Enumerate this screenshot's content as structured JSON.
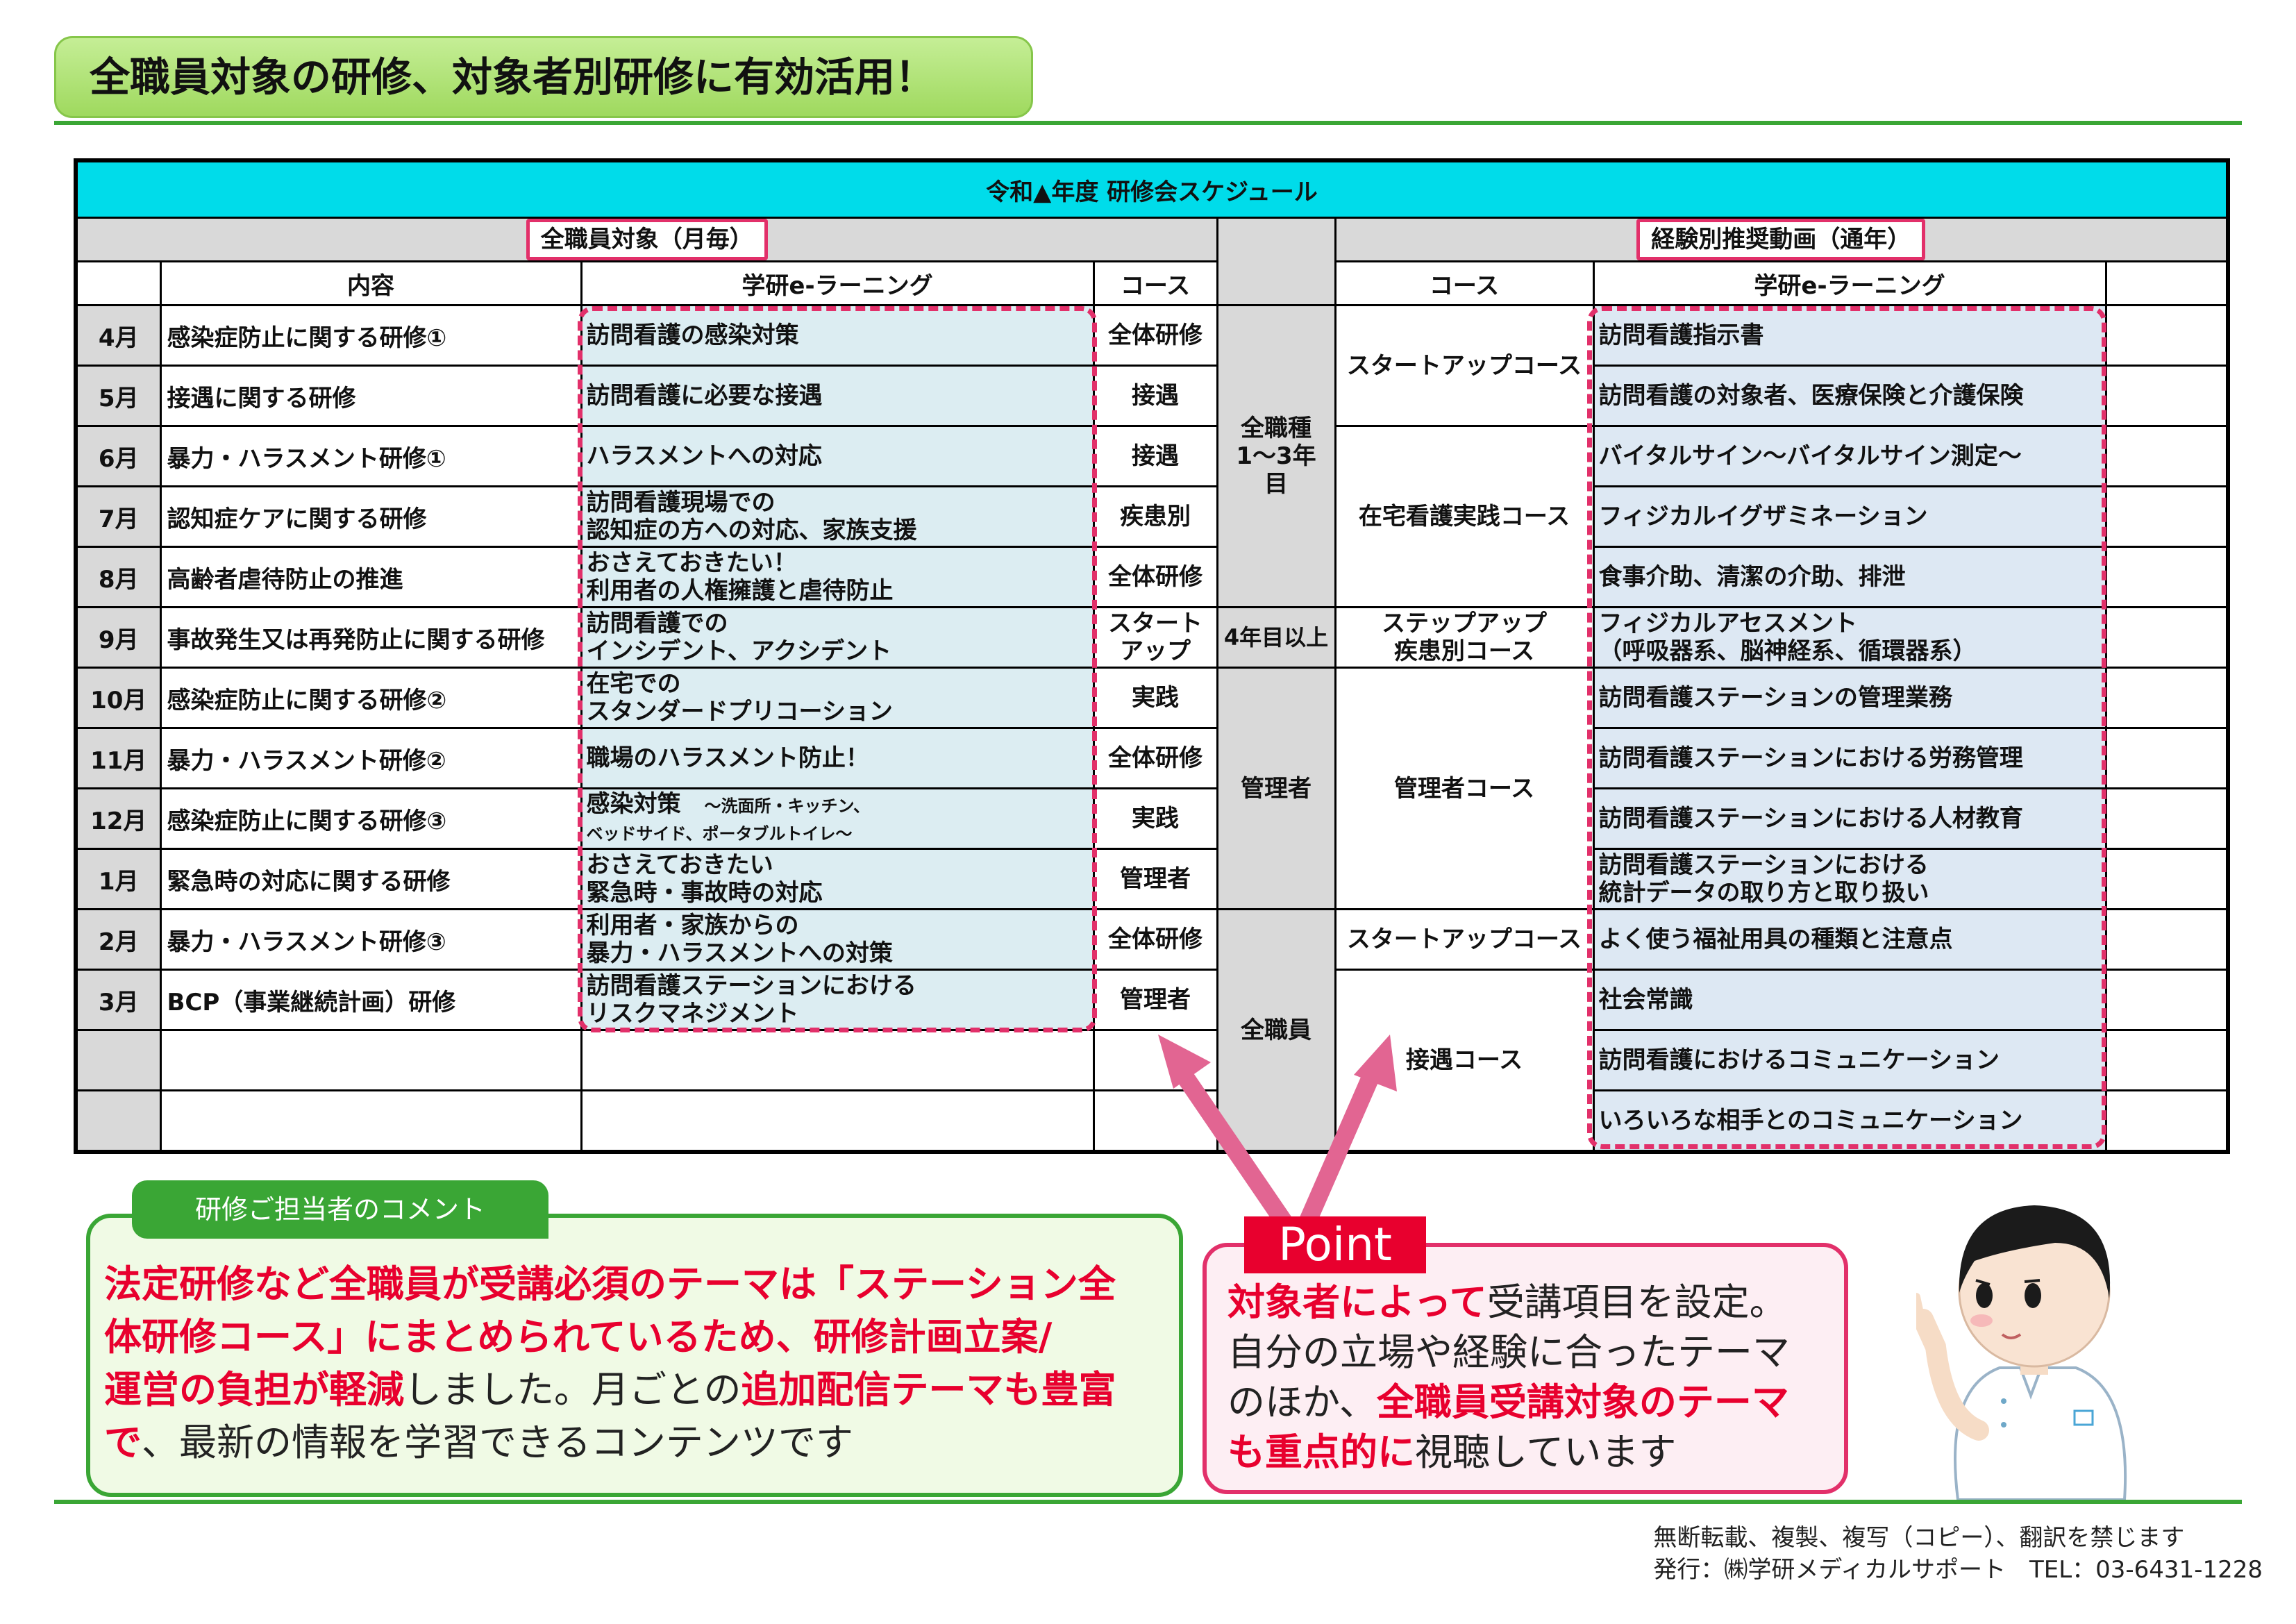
{
  "header": {
    "title": "全職員対象の研修、対象者別研修に有効活用！"
  },
  "table": {
    "title": "令和▲年度 研修会スケジュール",
    "left_section": "全職員対象（月毎）",
    "right_section": "経験別推奨動画（通年）",
    "headers": {
      "content": "内容",
      "elearning": "学研e-ラーニング",
      "course": "コース",
      "right_course": "コース",
      "right_elearning": "学研e-ラーニング"
    },
    "rows": [
      {
        "month": "4月",
        "topic": "感染症防止に関する研修①",
        "learning": [
          "訪問看護の感染対策"
        ],
        "course": [
          "全体研修"
        ]
      },
      {
        "month": "5月",
        "topic": "接遇に関する研修",
        "learning": [
          "訪問看護に必要な接遇"
        ],
        "course": [
          "接遇"
        ]
      },
      {
        "month": "6月",
        "topic": "暴力・ハラスメント研修①",
        "learning": [
          "ハラスメントへの対応"
        ],
        "course": [
          "接遇"
        ]
      },
      {
        "month": "7月",
        "topic": "認知症ケアに関する研修",
        "learning": [
          "訪問看護現場での",
          "認知症の方への対応、家族支援"
        ],
        "course": [
          "疾患別"
        ]
      },
      {
        "month": "8月",
        "topic": "高齢者虐待防止の推進",
        "learning": [
          "おさえておきたい！",
          "利用者の人権擁護と虐待防止"
        ],
        "course": [
          "全体研修"
        ]
      },
      {
        "month": "9月",
        "topic": "事故発生又は再発防止に関する研修",
        "learning": [
          "訪問看護での",
          "インシデント、アクシデント"
        ],
        "course": [
          "スタート",
          "アップ"
        ]
      },
      {
        "month": "10月",
        "topic": "感染症防止に関する研修②",
        "learning": [
          "在宅での",
          "スタンダードプリコーション"
        ],
        "course": [
          "実践"
        ]
      },
      {
        "month": "11月",
        "topic": "暴力・ハラスメント研修②",
        "learning": [
          "職場のハラスメント防止！"
        ],
        "course": [
          "全体研修"
        ]
      },
      {
        "month": "12月",
        "topic": "感染症防止に関する研修③",
        "learning_main": "感染対策",
        "learning_sub1": "～洗面所・キッチン、",
        "learning_sub2": "ベッドサイド、ポータブルトイレ～",
        "course": [
          "実践"
        ]
      },
      {
        "month": "1月",
        "topic": "緊急時の対応に関する研修",
        "learning": [
          "おさえておきたい",
          "緊急時・事故時の対応"
        ],
        "course": [
          "管理者"
        ]
      },
      {
        "month": "2月",
        "topic": "暴力・ハラスメント研修③",
        "learning": [
          "利用者・家族からの",
          "暴力・ハラスメントへの対策"
        ],
        "course": [
          "全体研修"
        ]
      },
      {
        "month": "3月",
        "topic": "BCP（事業継続計画）研修",
        "learning": [
          "訪問看護ステーションにおける",
          "リスクマネジメント"
        ],
        "course": [
          "管理者"
        ]
      }
    ],
    "groups": {
      "g1": [
        "全職種",
        "1～3年",
        "目"
      ],
      "g2": "4年目以上",
      "g3": "管理者",
      "g4": "全職員"
    },
    "right_courses": {
      "startup": "スタートアップコース",
      "zaitaku": "在宅看護実践コース",
      "stepup": [
        "ステップアップ",
        "疾患別コース"
      ],
      "kanri": "管理者コース",
      "startup2": "スタートアップコース",
      "setsugu": "接遇コース"
    },
    "right_videos": [
      [
        "訪問看護指示書"
      ],
      [
        "訪問看護の対象者、医療保険と介護保険"
      ],
      [
        "バイタルサイン～バイタルサイン測定～"
      ],
      [
        "フィジカルイグザミネーション"
      ],
      [
        "食事介助、清潔の介助、排泄"
      ],
      [
        "フィジカルアセスメント",
        "（呼吸器系、脳神経系、循環器系）"
      ],
      [
        "訪問看護ステーションの管理業務"
      ],
      [
        "訪問看護ステーションにおける労務管理"
      ],
      [
        "訪問看護ステーションにおける人材教育"
      ],
      [
        "訪問看護ステーションにおける",
        "統計データの取り方と取り扱い"
      ],
      [
        "よく使う福祉用具の種類と注意点"
      ],
      [
        "社会常識"
      ],
      [
        "訪問看護におけるコミュニケーション"
      ],
      [
        "いろいろな相手とのコミュニケーション"
      ]
    ]
  },
  "comment": {
    "tab": "研修ご担当者のコメント",
    "p1": "法定研修など全職員が受講必須のテーマは「ステーション全",
    "p2": "体研修コース」にまとめられているため、研修計画立案/",
    "p3a": "運営の負担が軽減",
    "p3b": "しました。月ごとの",
    "p3c": "追加配信テーマも豊富",
    "p4a": "で",
    "p4b": "、最新の情報を学習できるコンテンツです"
  },
  "point": {
    "tab": "Point",
    "l1a": "対象者によって",
    "l1b": "受講項目を設定。",
    "l2": "自分の立場や経験に合ったテーマ",
    "l3a": "のほか、",
    "l3b": "全職員受講対象のテーマ",
    "l4a": "も重点的に",
    "l4b": "視聴しています"
  },
  "footer": {
    "line1": "無断転載、複製、複写（コピー）、翻訳を禁じます",
    "line2": "発行：㈱学研メディカルサポート　TEL：03-6431-1228"
  },
  "colors": {
    "accent_green": "#3aa635",
    "title_green": "#9fd95e",
    "header_cyan": "#00dcea",
    "dash_pink": "#e2306a",
    "emphasis_red": "#e8002e"
  }
}
